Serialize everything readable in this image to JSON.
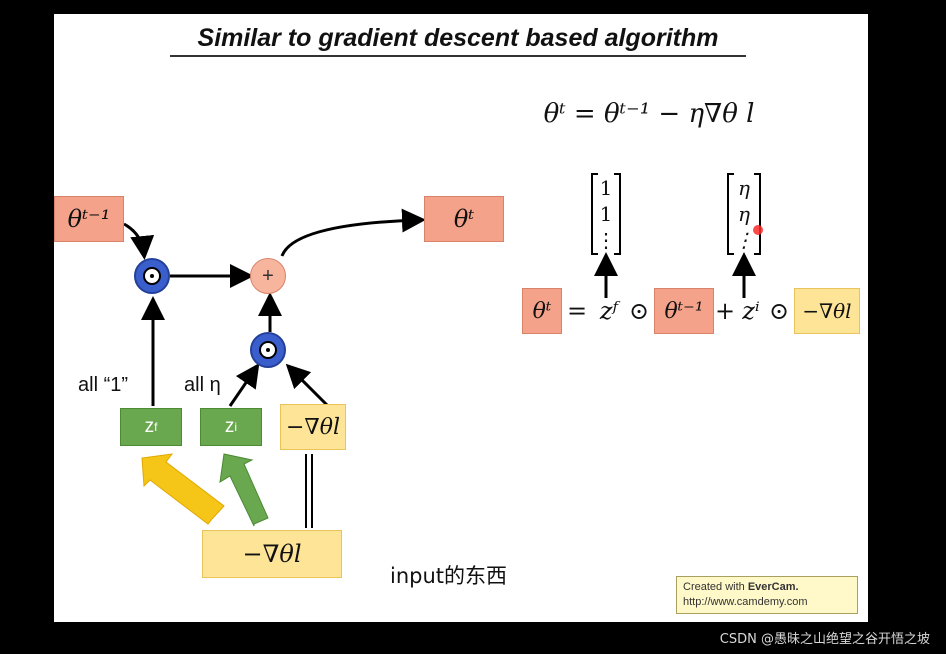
{
  "slide": {
    "title": "Similar to gradient descent based algorithm",
    "equation_top": "θᵗ = θᵗ⁻¹ − η∇θ l"
  },
  "diagram": {
    "theta_prev": "θᵗ⁻¹",
    "theta_t": "θᵗ",
    "plus": "+",
    "odot": "⊙",
    "label_all_one": "all “1”",
    "label_all_eta": "all η",
    "zf": "z",
    "zf_sup": "f",
    "zi": "z",
    "zi_sup": "i",
    "neg_grad_small": "−∇θl",
    "neg_grad_bottom": "−∇θl"
  },
  "formula": {
    "vec_ones": [
      "1",
      "1",
      "⋮"
    ],
    "vec_eta": [
      "η",
      "η",
      "⋮"
    ],
    "theta_t": "θᵗ",
    "eq": "=",
    "zf": "zᶠ",
    "odot1": "⊙",
    "theta_prev": "θᵗ⁻¹",
    "plus": "+",
    "zi": "zⁱ",
    "odot2": "⊙",
    "neg_grad": "−∇θl"
  },
  "subtitle": "input的东西",
  "watermark": {
    "line1_prefix": "Created with ",
    "line1_brand": "EverCam.",
    "line2": "http://www.camdemy.com"
  },
  "csdn": "CSDN @愚昧之山绝望之谷开悟之坡",
  "colors": {
    "salmon": "#f4a38a",
    "yellow": "#fde497",
    "green": "#6aa84f",
    "blue_circle": "#3a5fcd",
    "pink_circle": "#f7b59d"
  }
}
